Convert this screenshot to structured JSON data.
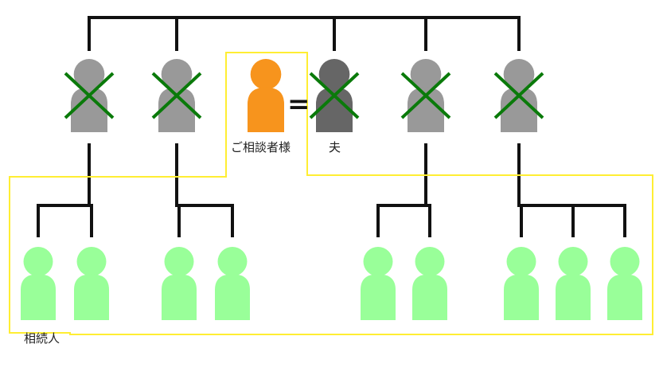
{
  "labels": {
    "client": "ご相談者様",
    "husband": "夫",
    "heirs": "相続人",
    "equals": "="
  },
  "colors": {
    "line": "#111111",
    "deceased_sibling": "#999999",
    "husband": "#666666",
    "client": "#f7941d",
    "heir": "#99ff99",
    "cross": "#0a7a0a",
    "highlight": "#ffee33"
  },
  "people": {
    "top_row": [
      {
        "role": "sibling",
        "status": "deceased"
      },
      {
        "role": "sibling",
        "status": "deceased"
      },
      {
        "role": "client",
        "status": "living"
      },
      {
        "role": "husband",
        "status": "deceased"
      },
      {
        "role": "sibling",
        "status": "deceased"
      },
      {
        "role": "sibling",
        "status": "deceased"
      }
    ],
    "heir_groups": [
      {
        "parent_index": 0,
        "children": 2
      },
      {
        "parent_index": 1,
        "children": 2
      },
      {
        "parent_index": 4,
        "children": 2
      },
      {
        "parent_index": 5,
        "children": 3
      }
    ]
  }
}
